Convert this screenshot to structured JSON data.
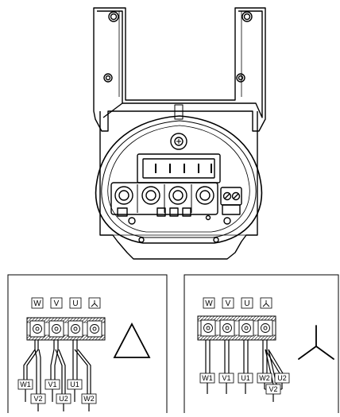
{
  "left_panel": {
    "header_labels": [
      "W",
      "V",
      "U"
    ],
    "wire_labels": [
      "W1",
      "V1",
      "U1",
      "V2",
      "U2",
      "W2"
    ],
    "connection_symbol": "delta"
  },
  "right_panel": {
    "header_labels": [
      "W",
      "V",
      "U"
    ],
    "wire_labels": [
      "W1",
      "V1",
      "U1",
      "W2",
      "U2",
      "V2"
    ],
    "connection_symbol": "star"
  }
}
